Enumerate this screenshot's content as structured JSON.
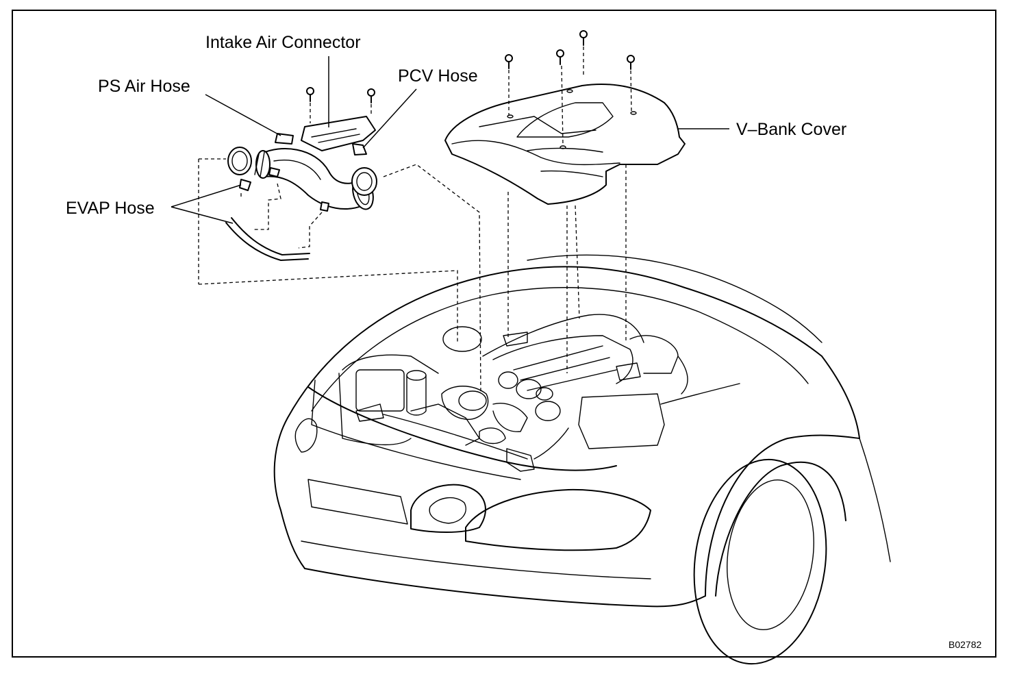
{
  "diagram": {
    "labels": {
      "intake_air_connector": "Intake Air Connector",
      "ps_air_hose": "PS Air Hose",
      "pcv_hose": "PCV Hose",
      "evap_hose": "EVAP Hose",
      "v_bank_cover": "V–Bank Cover"
    },
    "figure_code": "B02782"
  }
}
